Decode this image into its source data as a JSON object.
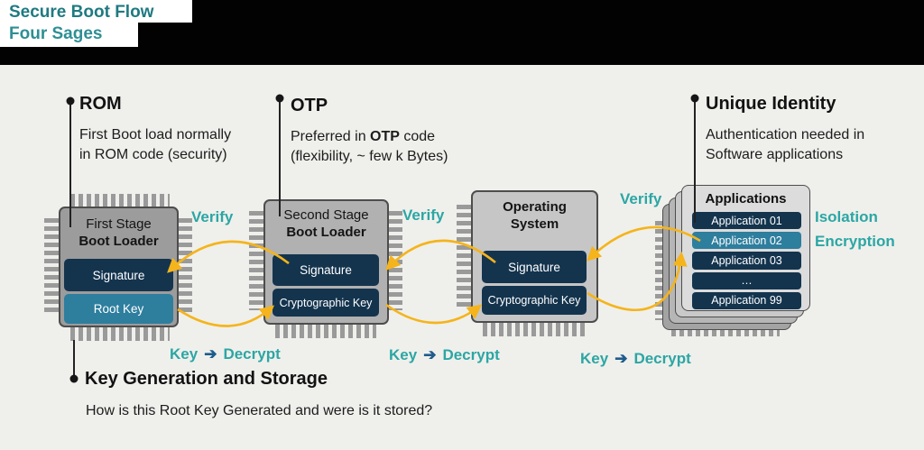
{
  "header": {
    "title": "Secure Boot Flow",
    "subtitle": "Four Sages"
  },
  "callouts": {
    "rom": {
      "title": "ROM",
      "line1": "First Boot load normally",
      "line2": "in ROM code (security)"
    },
    "otp": {
      "title": "OTP",
      "prefix": "Preferred in ",
      "bold": "OTP",
      "suffix": " code",
      "line2": "(flexibility, ~ few k Bytes)"
    },
    "unique_identity": {
      "title": "Unique Identity",
      "line1": "Authentication needed in",
      "line2": "Software applications"
    },
    "key_generation": {
      "title": "Key Generation and Storage",
      "question": "How is this Root Key Generated and were is it stored?"
    }
  },
  "chips": [
    {
      "title_line1": "First Stage",
      "title_line2": "Boot Loader",
      "box1": "Signature",
      "box2": "Root Key"
    },
    {
      "title_line1": "Second Stage",
      "title_line2": "Boot Loader",
      "box1": "Signature",
      "box2": "Cryptographic Key"
    },
    {
      "title_line1": "Operating",
      "title_line2": "System",
      "box1": "Signature",
      "box2": "Cryptographic Key"
    },
    {
      "title": "Applications",
      "apps": [
        "Application 01",
        "Application 02",
        "Application 03",
        "…",
        "Application 99"
      ]
    }
  ],
  "flow_labels": {
    "verify": "Verify",
    "key": "Key",
    "arrow": "➔",
    "decrypt": "Decrypt"
  },
  "side_labels": {
    "isolation": "Isolation",
    "encryption": "Encryption"
  },
  "colors": {
    "teal_accent": "#2ca6a4",
    "title_teal": "#1f7a81",
    "subtitle_teal": "#2e8f94",
    "navy_box": "#14344e",
    "key_teal_box": "#2e7e9e",
    "arrow_yellow": "#f5b41c",
    "arrow_blue": "#1f5c8c",
    "chip_gray_1": "#9c9c9c",
    "chip_gray_2": "#b1b1b1",
    "chip_gray_3": "#c6c6c6",
    "chip_gray_4": "#dcdcdc",
    "panel_bg": "#eff0ec",
    "header_band": "#020202"
  }
}
